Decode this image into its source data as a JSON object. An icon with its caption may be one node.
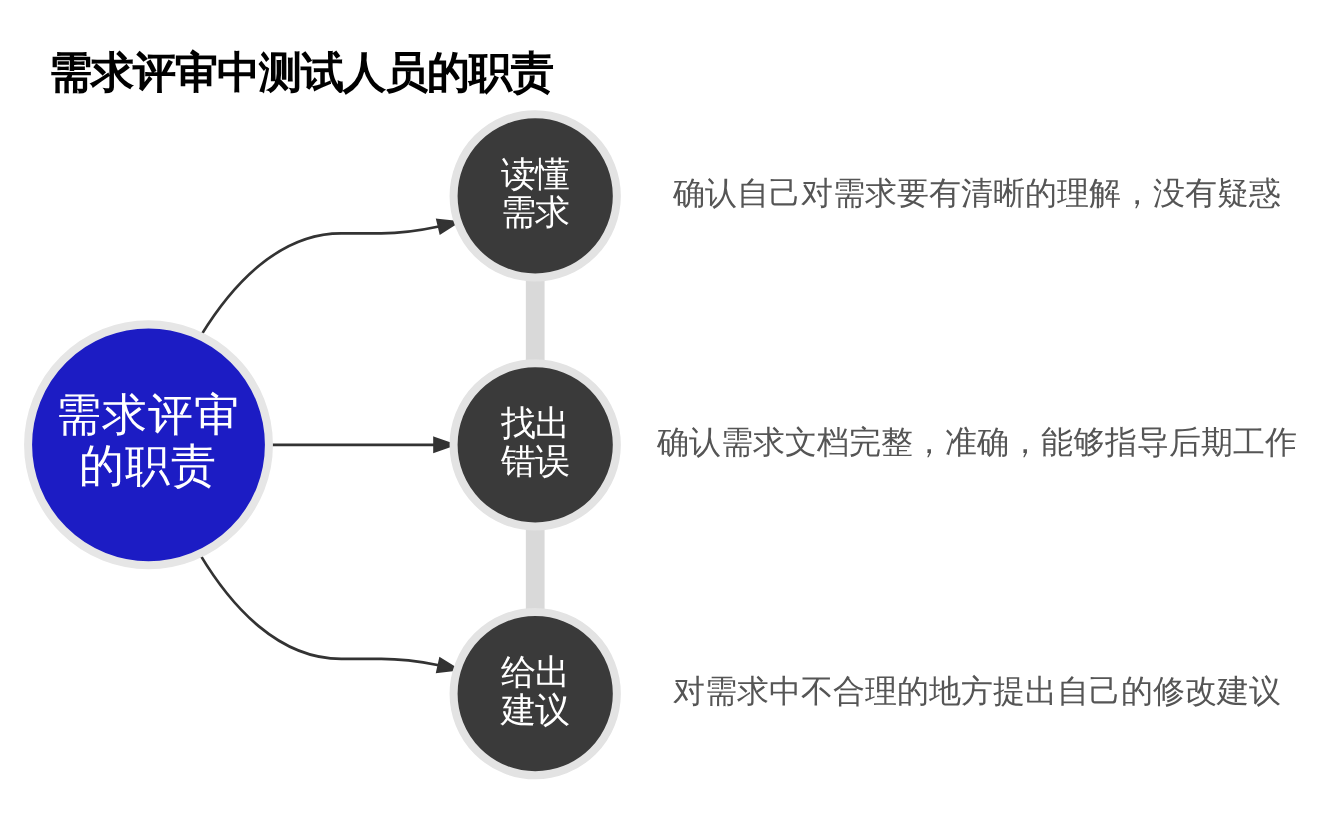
{
  "diagram": {
    "title": "需求评审中测试人员的职责",
    "nodes": [
      {
        "text": [
          "需求评审的职责"
        ]
      },
      {
        "text": [
          "读懂需求"
        ],
        "beside": [
          "确认自己对需求要有清晰的理解，没有疑惑"
        ]
      },
      {
        "text": [
          "找出错误"
        ],
        "beside": [
          "确认需求文档完整，准确，能够指导后期工作"
        ]
      },
      {
        "text": [
          "给出建议"
        ],
        "beside": [
          "对需求中不合理的地方提出自己的修改建议"
        ]
      }
    ],
    "edges": [
      {
        "from": 0,
        "to": 1,
        "arrow": "to"
      },
      {
        "from": 0,
        "to": 2,
        "arrow": "to"
      },
      {
        "from": 0,
        "to": 3,
        "arrow": "to"
      },
      {
        "from": 1,
        "to": 2,
        "arrow": "none",
        "style": "thick",
        "color": "#d9d9d9"
      },
      {
        "from": 2,
        "to": 3,
        "arrow": "none",
        "style": "thick",
        "color": "#d9d9d9"
      }
    ]
  }
}
